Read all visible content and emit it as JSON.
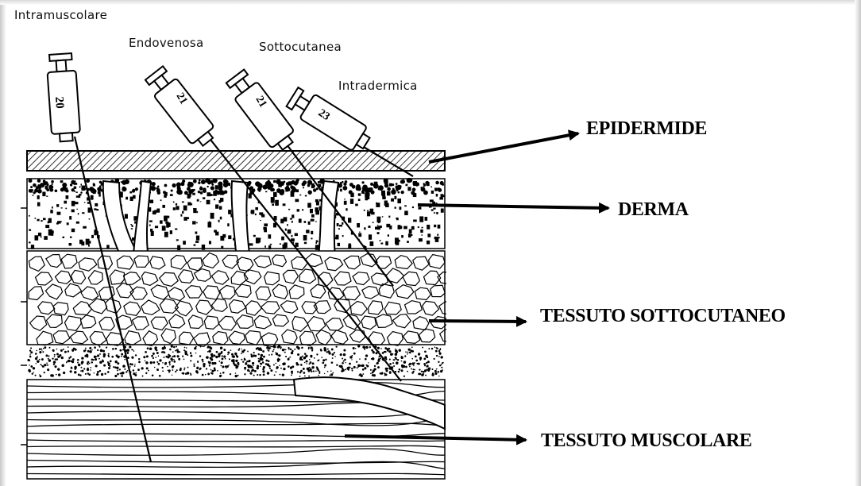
{
  "routes": {
    "intramuscular": "Intramuscolare",
    "intravenous": "Endovenosa",
    "subcutaneous": "Sottocutanea",
    "intradermal": "Intradermica"
  },
  "layers": {
    "epidermis": "EPIDERMIDE",
    "dermis": "DERMA",
    "subcutaneous": "TESSUTO SOTTOCUTANEO",
    "muscle": "TESSUTO MUSCOLARE"
  },
  "syringe_numbers": [
    "20",
    "21",
    "21",
    "23"
  ],
  "colors": {
    "ink": "#000000",
    "background": "#ffffff"
  }
}
